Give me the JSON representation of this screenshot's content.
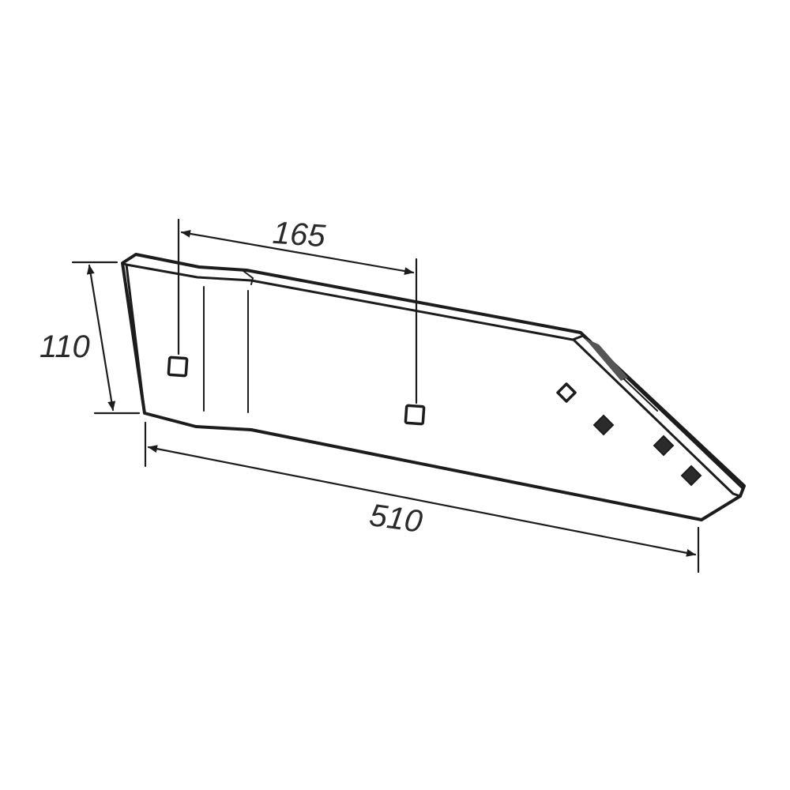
{
  "dimensions": {
    "top_length": "165",
    "height": "110",
    "overall_length": "510"
  },
  "colors": {
    "line": "#1c1c1c",
    "text": "#2a2a2a",
    "background": "#ffffff"
  }
}
